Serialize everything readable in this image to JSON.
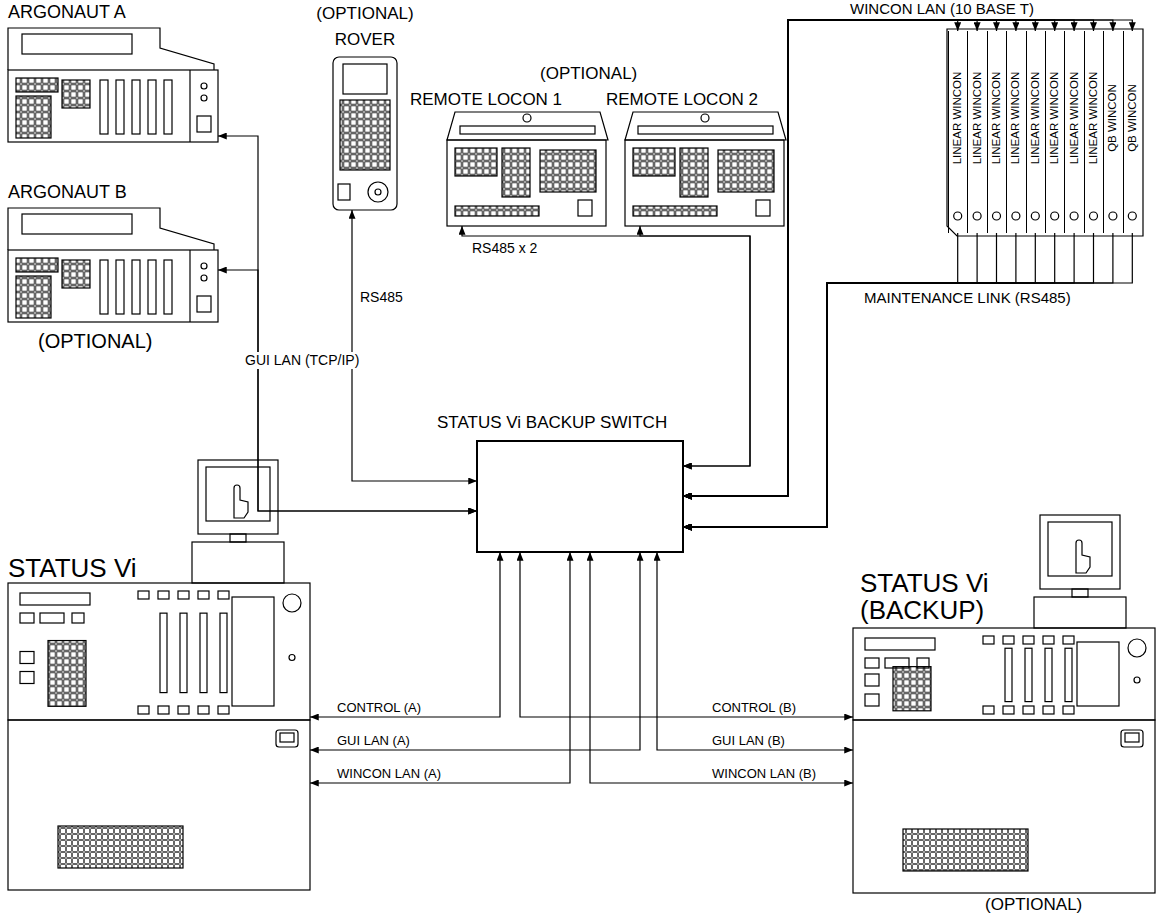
{
  "diagram": {
    "nodes": [
      {
        "text": [
          "ARGONAUT A"
        ]
      },
      {
        "text": [
          "(OPTIONAL) ROVER"
        ]
      },
      {
        "text": [
          "REMOTE LOCON 1"
        ]
      },
      {
        "text": [
          "REMOTE LOCON 2"
        ]
      },
      {
        "text": [
          "LINEAR WINCON"
        ]
      },
      {
        "text": [
          "LINEAR WINCON"
        ]
      },
      {
        "text": [
          "LINEAR WINCON"
        ]
      },
      {
        "text": [
          "LINEAR WINCON"
        ]
      },
      {
        "text": [
          "LINEAR WINCON"
        ]
      },
      {
        "text": [
          "LINEAR WINCON"
        ]
      },
      {
        "text": [
          "LINEAR WINCON"
        ]
      },
      {
        "text": [
          "LINEAR WINCON"
        ]
      },
      {
        "text": [
          "QB WINCON"
        ]
      },
      {
        "text": [
          "QB WINCON"
        ]
      },
      {
        "text": [
          "ARGONAUT B",
          "(OPTIONAL)"
        ]
      },
      {
        "text": [
          "STATUS Vi BACKUP SWITCH"
        ]
      },
      {
        "text": [
          "STATUS Vi"
        ]
      },
      {
        "text": [
          "STATUS Vi (BACKUP)",
          "(OPTIONAL)"
        ]
      }
    ],
    "edges": [
      {
        "from": 15,
        "to": 0,
        "arrow": "both",
        "label": "GUI LAN (TCP/IP)"
      },
      {
        "from": 15,
        "to": 14,
        "arrow": "both"
      },
      {
        "from": 15,
        "to": 1,
        "arrow": "both",
        "label": "RS485"
      },
      {
        "from": 15,
        "to": 2,
        "arrow": "both",
        "label": "RS485 x 2"
      },
      {
        "from": 15,
        "to": 3,
        "arrow": "both"
      },
      {
        "from": 15,
        "to": 4,
        "arrow": "both",
        "label": "WINCON LAN (10 BASE T)"
      },
      {
        "from": 15,
        "to": 5,
        "arrow": "both"
      },
      {
        "from": 15,
        "to": 6,
        "arrow": "both"
      },
      {
        "from": 15,
        "to": 7,
        "arrow": "both"
      },
      {
        "from": 15,
        "to": 8,
        "arrow": "both"
      },
      {
        "from": 15,
        "to": 9,
        "arrow": "both"
      },
      {
        "from": 15,
        "to": 10,
        "arrow": "both"
      },
      {
        "from": 15,
        "to": 11,
        "arrow": "both"
      },
      {
        "from": 15,
        "to": 12,
        "arrow": "both"
      },
      {
        "from": 15,
        "to": 13,
        "arrow": "both"
      },
      {
        "from": 4,
        "to": 15,
        "arrow": "to",
        "label": "MAINTENANCE LINK (RS485)"
      },
      {
        "from": 5,
        "to": 15,
        "arrow": "to"
      },
      {
        "from": 6,
        "to": 15,
        "arrow": "to"
      },
      {
        "from": 7,
        "to": 15,
        "arrow": "to"
      },
      {
        "from": 8,
        "to": 15,
        "arrow": "to"
      },
      {
        "from": 9,
        "to": 15,
        "arrow": "to"
      },
      {
        "from": 10,
        "to": 15,
        "arrow": "to"
      },
      {
        "from": 11,
        "to": 15,
        "arrow": "to"
      },
      {
        "from": 12,
        "to": 15,
        "arrow": "to"
      },
      {
        "from": 13,
        "to": 15,
        "arrow": "to"
      },
      {
        "from": 15,
        "to": 16,
        "arrow": "both",
        "label": "CONTROL (A)"
      },
      {
        "from": 15,
        "to": 17,
        "arrow": "both",
        "label": "CONTROL (B)"
      },
      {
        "from": 15,
        "to": 16,
        "arrow": "both",
        "label": "GUI LAN (A)"
      },
      {
        "from": 15,
        "to": 17,
        "arrow": "both",
        "label": "GUI LAN (B)"
      },
      {
        "from": 15,
        "to": 16,
        "arrow": "both",
        "label": "WINCON LAN (A)"
      },
      {
        "from": 15,
        "to": 17,
        "arrow": "both",
        "label": "WINCON LAN (B)"
      }
    ],
    "labels": [
      "(OPTIONAL)"
    ]
  }
}
